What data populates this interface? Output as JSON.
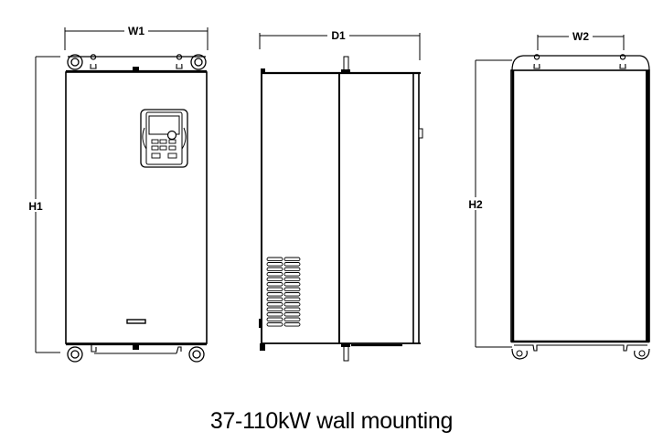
{
  "figure": {
    "caption": "37-110kW wall mounting",
    "views": {
      "front": {
        "name": "front-view",
        "dimensions": {
          "width_label": "W1",
          "height_label": "H1"
        }
      },
      "side": {
        "name": "side-view",
        "dimensions": {
          "depth_label": "D1"
        }
      },
      "rear": {
        "name": "rear-view",
        "dimensions": {
          "width_label": "W2",
          "height_label": "H2"
        }
      }
    },
    "colors": {
      "line": "#000000",
      "background": "#ffffff"
    }
  }
}
